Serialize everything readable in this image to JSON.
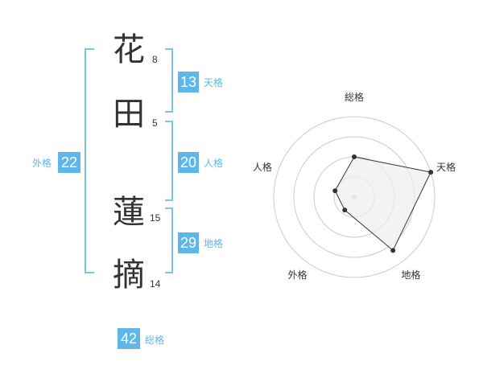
{
  "name": {
    "chars": [
      {
        "char": "花",
        "strokes": "8"
      },
      {
        "char": "田",
        "strokes": "5"
      },
      {
        "char": "蓮",
        "strokes": "15"
      },
      {
        "char": "摘",
        "strokes": "14"
      }
    ]
  },
  "fortunes": {
    "tenkaku": {
      "value": "13",
      "label": "天格"
    },
    "jinkaku": {
      "value": "20",
      "label": "人格"
    },
    "chikaku": {
      "value": "29",
      "label": "地格"
    },
    "gaikaku": {
      "value": "22",
      "label": "外格"
    },
    "soukaku": {
      "value": "42",
      "label": "総格"
    }
  },
  "colors": {
    "accent": "#5fb6e8",
    "bracket": "#7cc3ee",
    "text": "#333333",
    "radar_fill": "#eeeeee",
    "radar_ring": "#cccccc"
  },
  "chart_data": {
    "type": "radar",
    "axes": [
      "総格",
      "天格",
      "地格",
      "外格",
      "人格"
    ],
    "values": [
      0.5,
      1.0,
      0.82,
      0.2,
      0.25
    ],
    "range": [
      0,
      1
    ],
    "rings": 4
  }
}
